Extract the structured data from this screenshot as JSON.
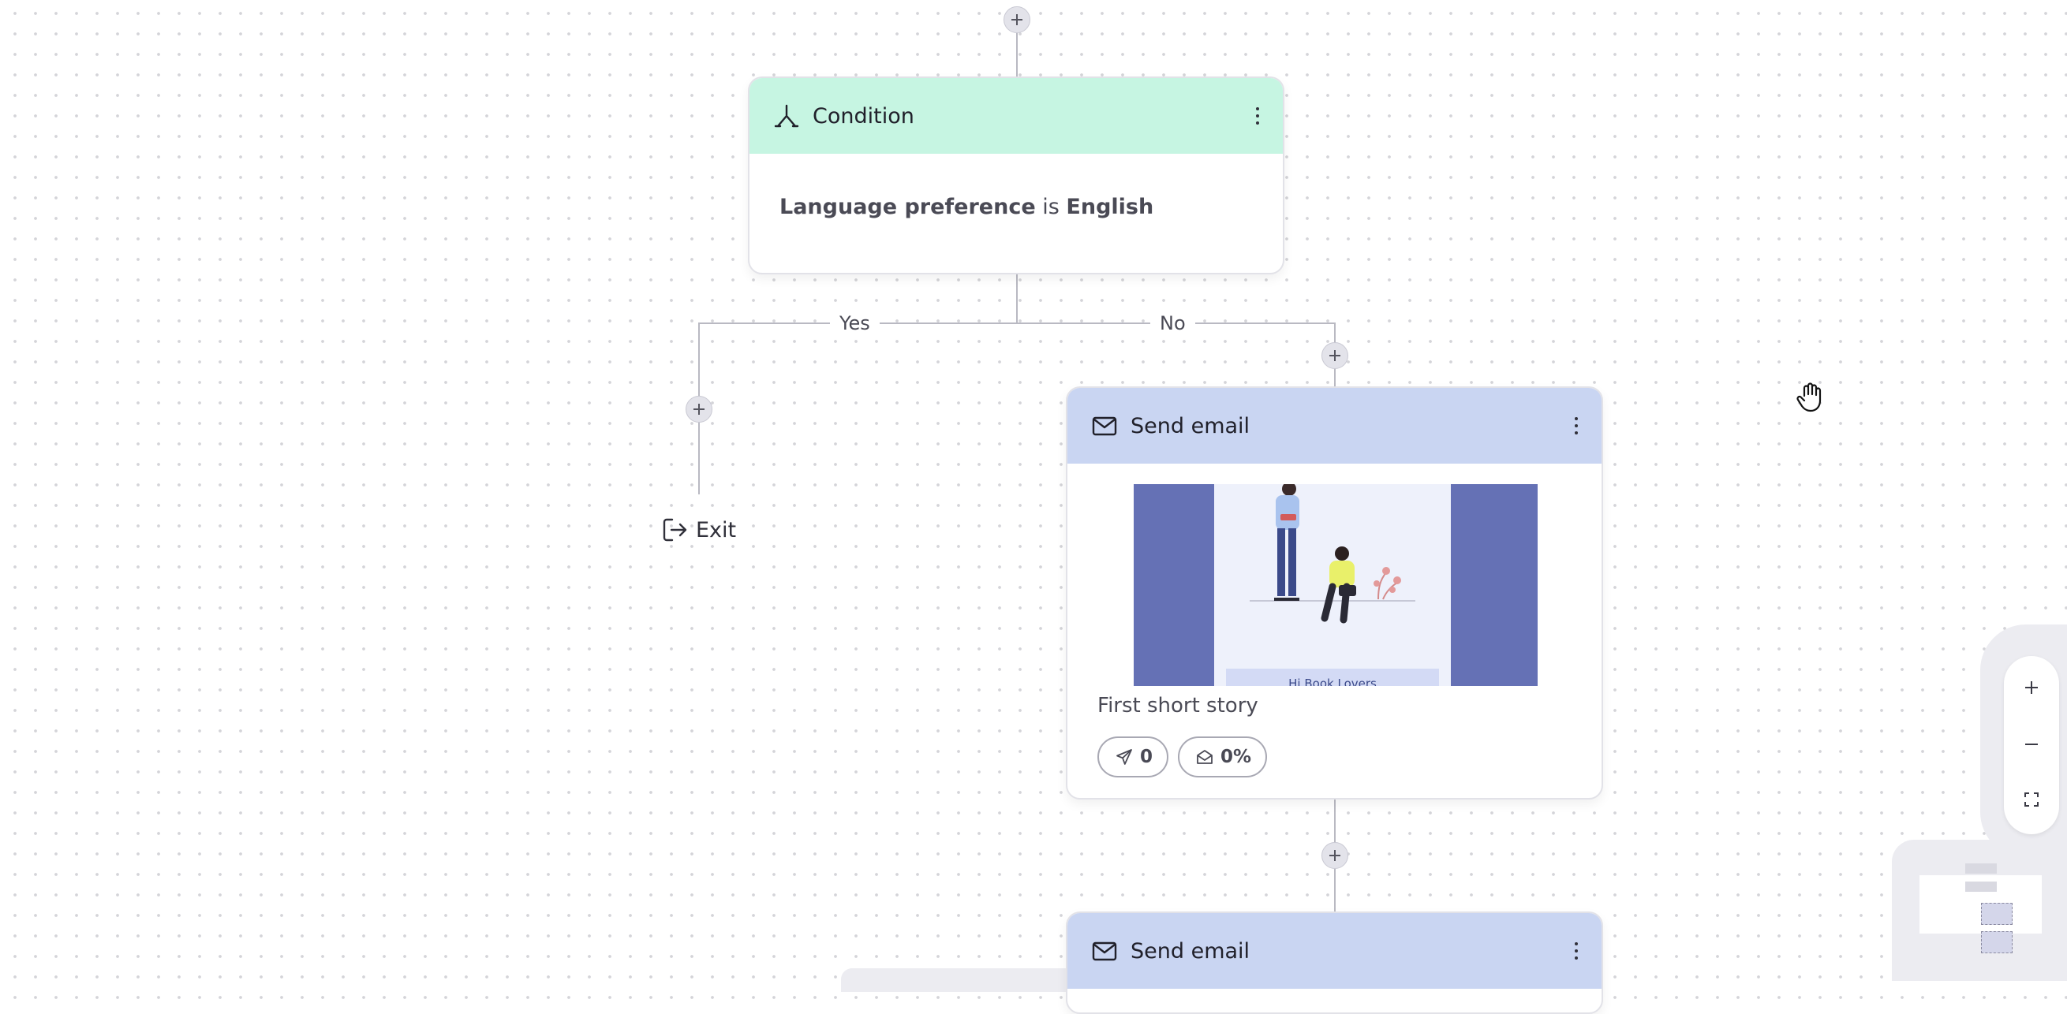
{
  "canvas": {
    "top_add_step": "add-step",
    "condition": {
      "title": "Condition",
      "field": "Language preference",
      "operator": "is",
      "value": "English",
      "branches": {
        "yes": "Yes",
        "no": "No"
      }
    },
    "exit": {
      "label": "Exit"
    },
    "email_1": {
      "title": "Send email",
      "preview": {
        "banner_text": "Hi Book Lovers"
      },
      "subject": "First short story",
      "stats": {
        "sent": "0",
        "open_rate": "0%"
      }
    },
    "email_2": {
      "title": "Send email"
    }
  },
  "colors": {
    "condition_header": "#c6f5e2",
    "email_header": "#c9d5f2",
    "preview_side": "#6571b5",
    "preview_bg": "#eef1fb",
    "connector": "#b9b9c2"
  },
  "icons": {
    "condition": "branch-icon",
    "email": "envelope-icon",
    "exit": "exit-icon",
    "sent": "send-icon",
    "open": "open-envelope-icon",
    "cursor": "hand-grab-icon"
  },
  "zoom_controls": {
    "zoom_in": "+",
    "zoom_out": "−",
    "fit": "fit-screen"
  }
}
